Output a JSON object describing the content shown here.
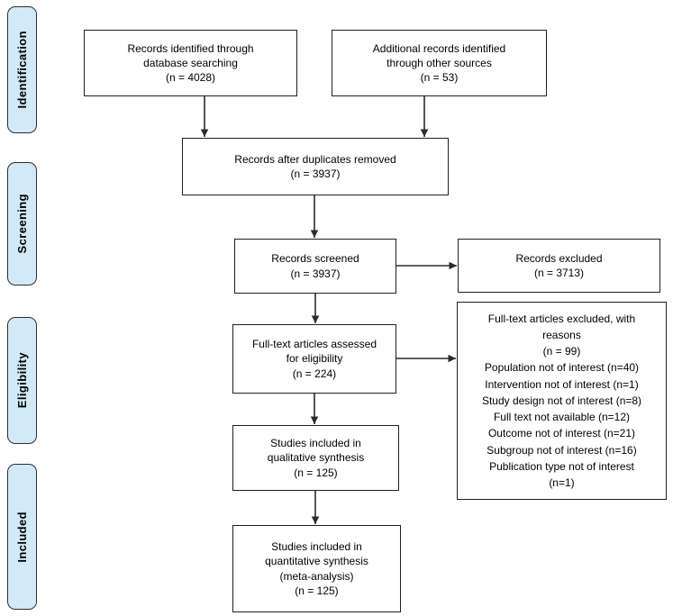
{
  "diagram": {
    "type": "prisma-flow",
    "stages": [
      {
        "id": "identification",
        "label": "Identification"
      },
      {
        "id": "screening",
        "label": "Screening"
      },
      {
        "id": "eligibility",
        "label": "Eligibility"
      },
      {
        "id": "included",
        "label": "Included"
      }
    ],
    "boxes": {
      "records_database": "Records identified through\ndatabase searching\n(n = 4028)",
      "records_other": "Additional records identified\nthrough other sources\n(n = 53)",
      "after_duplicates": "Records after duplicates removed\n(n = 3937)",
      "records_screened": "Records screened\n(n = 3937)",
      "records_excluded": "Records excluded\n(n = 3713)",
      "fulltext_assessed": "Full-text articles assessed\nfor eligibility\n(n = 224)",
      "fulltext_excluded": "Full-text articles excluded, with\nreasons\n(n = 99)\nPopulation not of interest (n=40)\nIntervention not of interest (n=1)\nStudy design not of interest (n=8)\nFull text not available (n=12)\nOutcome not of interest (n=21)\nSubgroup not of interest (n=16)\nPublication type not of interest\n(n=1)",
      "qualitative_synthesis": "Studies included in\nqualitative synthesis\n(n = 125)",
      "quantitative_synthesis": "Studies included in\nquantitative synthesis\n(meta-analysis)\n(n = 125)"
    },
    "colors": {
      "stage_fill": "#d2e9f7",
      "stage_border": "#2e2e2e",
      "box_fill": "#ffffff",
      "box_border": "#1f1f1f",
      "arrow": "#2b2b2b",
      "text": "#000000"
    }
  }
}
